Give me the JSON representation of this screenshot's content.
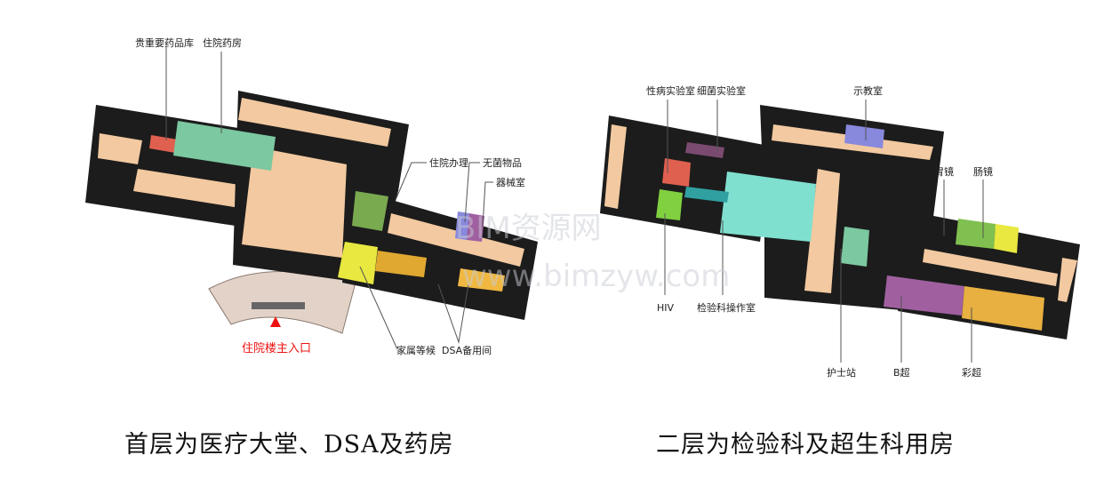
{
  "floor1": {
    "caption": "首层为医疗大堂、DSA及药房",
    "labels": {
      "valuable_drug_store": "贵重要药品库",
      "inpatient_pharmacy": "住院药房",
      "admission": "住院办理",
      "sterile_items": "无菌物品",
      "equipment_room": "器械室",
      "family_waiting": "家属等候",
      "dsa_spare": "DSA备用间",
      "main_entrance": "住院楼主入口"
    }
  },
  "floor2": {
    "caption": "二层为检验科及超生科用房",
    "labels": {
      "std_lab": "性病实验室",
      "bacteria_lab": "细菌实验室",
      "demo_room": "示教室",
      "gastroscopy": "胃镜",
      "colonoscopy": "肠镜",
      "hiv": "HIV",
      "lab_operation": "检验科操作室",
      "nurse_station": "护士站",
      "b_ultrasound": "B超",
      "color_ultrasound": "彩超"
    }
  },
  "watermark": {
    "line1": "BIM资源网",
    "line2": "www.bimzyw.com"
  },
  "colors": {
    "floor": "#f2c9a0",
    "wall": "#1a1a1a",
    "entrance": "#ee1111"
  }
}
